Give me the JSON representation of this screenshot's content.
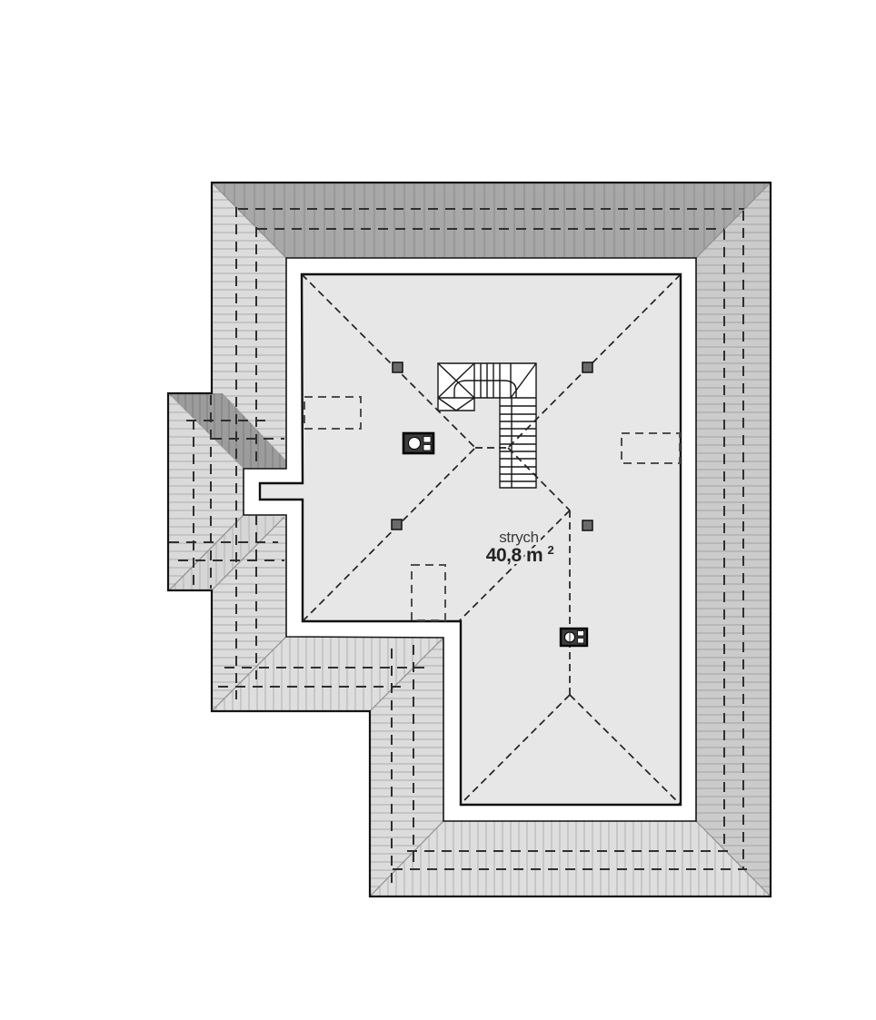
{
  "room": {
    "label": "strych",
    "area_value": "40,8 m",
    "area_superscript": "2"
  },
  "icons": {
    "chimney_1": "chimney-flue-icon",
    "chimney_2": "chimney-flue-icon",
    "posts": "roof-post-marker",
    "stair": "staircase-with-direction-arrow"
  },
  "colors": {
    "background": "#ffffff",
    "attic_fill": "#e7e7e7",
    "roof_top_fill": "#a8a8a8",
    "roof_left_fill": "#dcdcdc",
    "roof_right_fill": "#cbcbcb",
    "roof_bottom_fill": "#dedede",
    "roof_strip_fill": "#dcdcdc",
    "roof_leftbottom_fill": "#dedede",
    "wing_fill": "#dadada",
    "wing_slope_fill": "#d6d6d6",
    "wing_dark_fill": "#9c9c9c",
    "outline": "#141414",
    "dashed_wall": "#2f2f2f",
    "dashed_ridge": "#222222",
    "text": "#3a3a3a"
  }
}
